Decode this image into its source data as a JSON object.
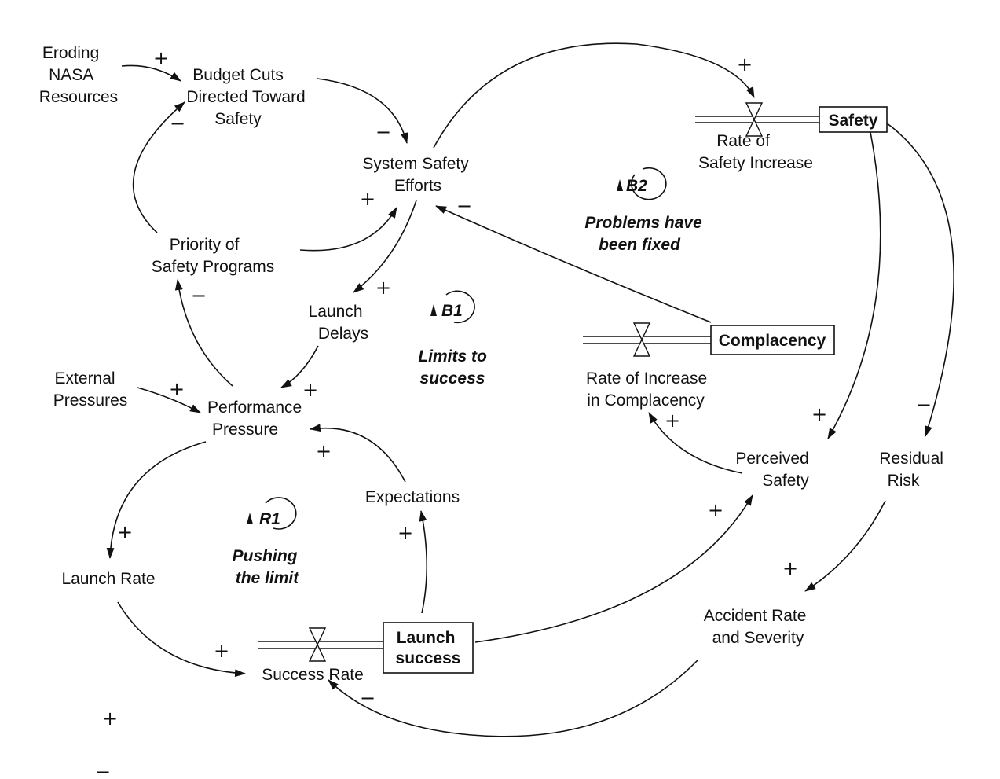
{
  "variables": {
    "eroding": [
      "Eroding",
      "NASA",
      "Resources"
    ],
    "budget_cuts": [
      "Budget Cuts",
      "Directed Toward",
      "Safety"
    ],
    "system_safety": [
      "System Safety",
      "Efforts"
    ],
    "priority": [
      "Priority of",
      "Safety Programs"
    ],
    "launch_delays": [
      "Launch",
      "Delays"
    ],
    "external_pressures": [
      "External",
      "Pressures"
    ],
    "performance_pressure": [
      "Performance",
      "Pressure"
    ],
    "expectations": "Expectations",
    "launch_rate": "Launch Rate",
    "success_rate": "Success Rate",
    "rate_safety_increase": [
      "Rate of",
      "Safety Increase"
    ],
    "rate_complacency": [
      "Rate of Increase",
      "in Complacency"
    ],
    "perceived_safety": [
      "Perceived",
      "Safety"
    ],
    "residual_risk": [
      "Residual",
      "Risk"
    ],
    "accident_rate": [
      "Accident Rate",
      "and Severity"
    ]
  },
  "stocks": {
    "safety": "Safety",
    "complacency": "Complacency",
    "launch_success": [
      "Launch",
      "success"
    ]
  },
  "loops": {
    "b1": {
      "id": "B1",
      "name": [
        "Limits to",
        "success"
      ]
    },
    "b2": {
      "id": "B2",
      "name": [
        "Problems have",
        "been fixed"
      ]
    },
    "r1": {
      "id": "R1",
      "name": [
        "Pushing",
        "the limit"
      ]
    }
  },
  "legend": {
    "plus": "+",
    "minus": "−"
  },
  "polarity": {
    "plus": "+",
    "minus": "−"
  }
}
